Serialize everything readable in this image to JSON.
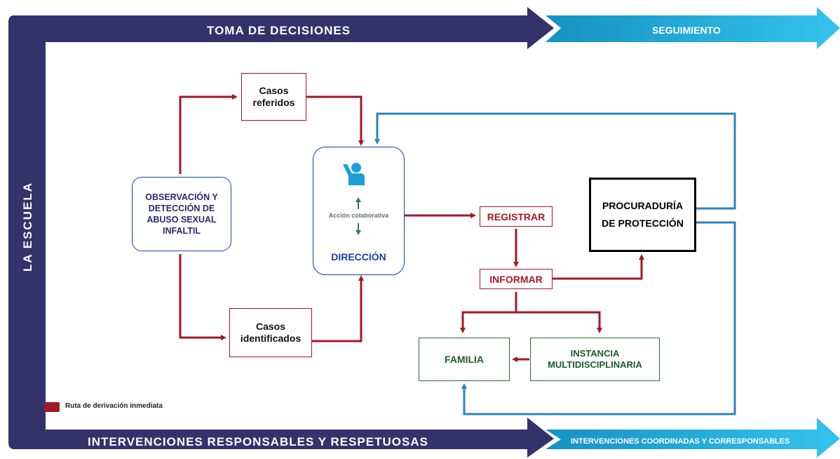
{
  "bands": {
    "top_left": "TOMA DE DECISIONES",
    "top_right": "SEGUIMIENTO",
    "left": "LA ESCUELA",
    "bottom_left": "INTERVENCIONES RESPONSABLES Y RESPETUOSAS",
    "bottom_right": "INTERVENCIONES COORDINADAS Y CORRESPONSABLES"
  },
  "nodes": {
    "observacion": "OBSERVACIÓN Y DETECCIÓN DE ABUSO SEXUAL INFALTIL",
    "casos_referidos": "Casos referidos",
    "casos_identificados": "Casos identificados",
    "accion_colaborativa": "Acción colaborativa",
    "direccion": "DIRECCIÓN",
    "registrar": "REGISTRAR",
    "informar": "INFORMAR",
    "procuraduria": "PROCURADURÍA DE PROTECCIÓN",
    "familia": "FAMILIA",
    "instancia": "INSTANCIA MULTIDISCIPLINARIA"
  },
  "legend": {
    "label": "Ruta de derivación inmediata"
  },
  "colors": {
    "navy": "#34326b",
    "cyan": "#1aa7d6",
    "red_route": "#a3182a",
    "blue_route": "#2a84bf",
    "green_box": "#2f6b3a",
    "direction_blue": "#1a3fa8"
  },
  "icons": {
    "person": "person-hand-raised-icon"
  }
}
